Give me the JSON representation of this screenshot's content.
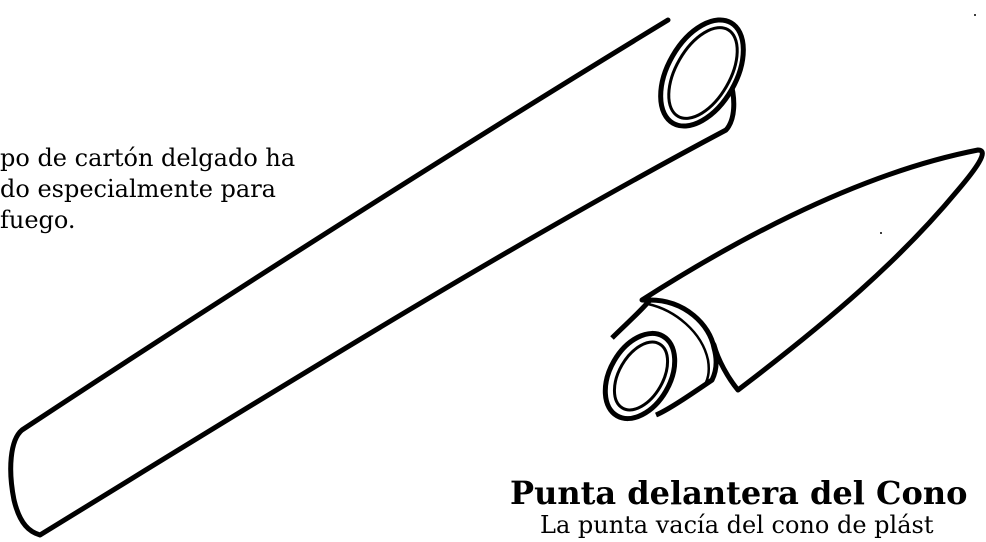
{
  "text_fragment": {
    "lines": [
      "po de cartón delgado ha",
      "do especialmente para",
      "fuego."
    ]
  },
  "nose_cone_section": {
    "heading": "Punta delantera del Cono",
    "description_line": "La punta vacía del cono de plást"
  },
  "illustration": {
    "items": [
      "cardboard-tube",
      "nose-cone"
    ],
    "stroke_color": "#000000",
    "fill_color": "#ffffff"
  }
}
